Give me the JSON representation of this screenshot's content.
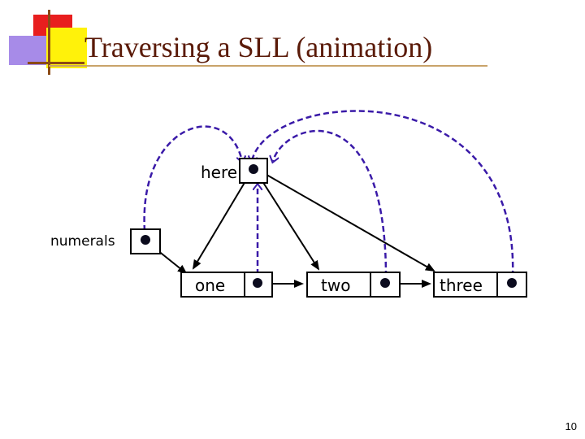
{
  "slide": {
    "title": "Traversing a SLL (animation)",
    "page_number": "10"
  },
  "labels": {
    "here": "here",
    "numerals": "numerals"
  },
  "nodes": [
    {
      "value": "one"
    },
    {
      "value": "two"
    },
    {
      "value": "three"
    }
  ],
  "colors": {
    "title": "#5a1a08",
    "pointer_arrow": "#000000",
    "animation_arrow": "#3a1aa8",
    "deco_red": "#e81e1e",
    "deco_yellow": "#fff20a",
    "deco_purple": "#a78be8",
    "deco_rule": "#c9a36a"
  }
}
